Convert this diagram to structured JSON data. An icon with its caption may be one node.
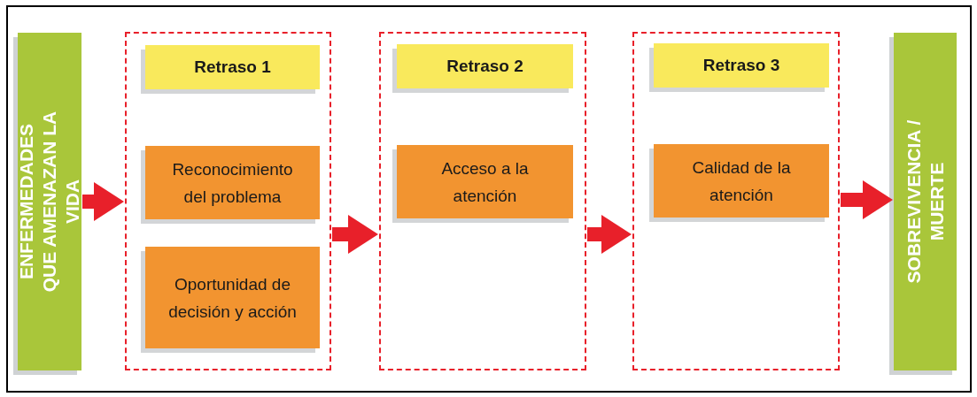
{
  "diagram": {
    "nodes": [
      {
        "text": [
          "ENFERMEDADES QUE AMENAZAN LA VIDA"
        ]
      },
      {
        "text": [],
        "shape": "box"
      },
      {
        "text": [
          "Retraso 1"
        ],
        "in": 1
      },
      {
        "text": [
          "Reconocimiento del problema"
        ],
        "in": 1
      },
      {
        "text": [
          "Oportunidad de decisión y acción"
        ],
        "in": 1
      },
      {
        "text": [],
        "shape": "box"
      },
      {
        "text": [
          "Retraso 2"
        ],
        "in": 5
      },
      {
        "text": [
          "Acceso a la atención"
        ],
        "in": 5
      },
      {
        "text": [],
        "shape": "box"
      },
      {
        "text": [
          "Retraso 3"
        ],
        "in": 8
      },
      {
        "text": [
          "Calidad de la atención"
        ],
        "in": 8
      },
      {
        "text": [
          "SOBREVIVENCIA / MUERTE"
        ]
      }
    ],
    "edges": [
      {
        "from": 0,
        "to": 1,
        "arrow": "to"
      },
      {
        "from": 1,
        "to": 5,
        "arrow": "to"
      },
      {
        "from": 5,
        "to": 8,
        "arrow": "to"
      },
      {
        "from": 8,
        "to": 11,
        "arrow": "to"
      }
    ]
  }
}
